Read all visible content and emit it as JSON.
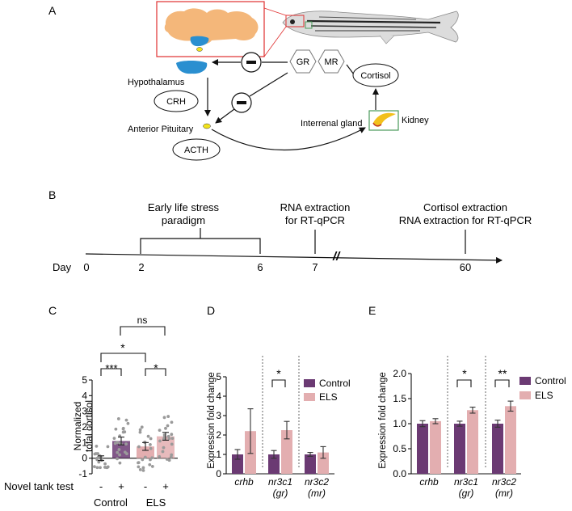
{
  "colors": {
    "purple": "#6b3a73",
    "pink": "#e3aeb0",
    "brain": "#f4b77a",
    "hypothalamus": "#2a8fd0",
    "pituitary": "#f2e31b",
    "frame_red": "#e03030",
    "frame_green": "#4a9a5a",
    "dots": "#9a9a9a"
  },
  "panelA": {
    "label": "A",
    "hypothalamus": "Hypothalamus",
    "crh": "CRH",
    "anterior_pituitary": "Anterior Pituitary",
    "acth": "ACTH",
    "gr": "GR",
    "mr": "MR",
    "cortisol": "Cortisol",
    "interrenal": "Interrenal gland",
    "kidney": "Kidney",
    "inhibit": "−",
    "icons": [
      "zebrafish-icon",
      "brain-icon",
      "kidney-icon"
    ]
  },
  "panelB": {
    "label": "B",
    "day_label": "Day",
    "days": [
      "0",
      "2",
      "6",
      "7",
      "60"
    ],
    "els_line1": "Early life stress",
    "els_line2": "paradigm",
    "rna_line1": "RNA extraction",
    "rna_line2": "for RT-qPCR",
    "cort_line1": "Cortisol extraction",
    "cort_line2": "RNA extraction for RT-qPCR",
    "break_mark": "//"
  },
  "panelC": {
    "label": "C",
    "ylabel_line1": "Normalized",
    "ylabel_line2": "total cortisol",
    "yticks": [
      "5",
      "4",
      "3",
      "2",
      "1",
      "0",
      "-1"
    ],
    "xrow_label": "Novel tank test",
    "xmarks": [
      "-",
      "+",
      "-",
      "+"
    ],
    "groups": [
      "Control",
      "ELS"
    ],
    "sig_ns": "ns",
    "sig_cross": "*",
    "sig_ctrl": "***",
    "sig_els": "*"
  },
  "panelD": {
    "label": "D",
    "ylabel": "Expression fold change",
    "yticks": [
      "0",
      "1",
      "2",
      "3",
      "4",
      "5"
    ],
    "genes": [
      {
        "line1": "crhb",
        "line2": ""
      },
      {
        "line1": "nr3c1",
        "line2": "(gr)"
      },
      {
        "line1": "nr3c2",
        "line2": "(mr)"
      }
    ],
    "legend": [
      "Control",
      "ELS"
    ],
    "sig": "*"
  },
  "panelE": {
    "label": "E",
    "ylabel": "Expression fold change",
    "yticks": [
      "0.0",
      "0.5",
      "1.0",
      "1.5",
      "2.0"
    ],
    "genes": [
      {
        "line1": "crhb",
        "line2": ""
      },
      {
        "line1": "nr3c1",
        "line2": "(gr)"
      },
      {
        "line1": "nr3c2",
        "line2": "(mr)"
      }
    ],
    "legend": [
      "Control",
      "ELS"
    ],
    "sig1": "*",
    "sig2": "**"
  },
  "chart_data": [
    {
      "type": "bar",
      "title": "",
      "ylabel": "Normalized total cortisol",
      "categories": [
        "Control -",
        "Control +",
        "ELS -",
        "ELS +"
      ],
      "values": [
        0.0,
        1.1,
        0.75,
        1.4
      ],
      "errors": [
        0.15,
        0.25,
        0.25,
        0.25
      ],
      "ylim": [
        -1,
        5
      ]
    },
    {
      "type": "bar",
      "ylabel": "Expression fold change",
      "categories": [
        "crhb",
        "nr3c1 (gr)",
        "nr3c2 (mr)"
      ],
      "series": [
        {
          "name": "Control",
          "values": [
            1.0,
            1.0,
            1.0
          ],
          "errors": [
            0.25,
            0.2,
            0.1
          ]
        },
        {
          "name": "ELS",
          "values": [
            2.2,
            2.25,
            1.1
          ],
          "errors": [
            1.15,
            0.45,
            0.3
          ]
        }
      ],
      "ylim": [
        0,
        5
      ]
    },
    {
      "type": "bar",
      "ylabel": "Expression fold change",
      "categories": [
        "crhb",
        "nr3c1 (gr)",
        "nr3c2 (mr)"
      ],
      "series": [
        {
          "name": "Control",
          "values": [
            1.0,
            1.0,
            1.0
          ],
          "errors": [
            0.06,
            0.05,
            0.07
          ]
        },
        {
          "name": "ELS",
          "values": [
            1.05,
            1.27,
            1.35
          ],
          "errors": [
            0.05,
            0.06,
            0.1
          ]
        }
      ],
      "ylim": [
        0,
        2
      ]
    }
  ]
}
